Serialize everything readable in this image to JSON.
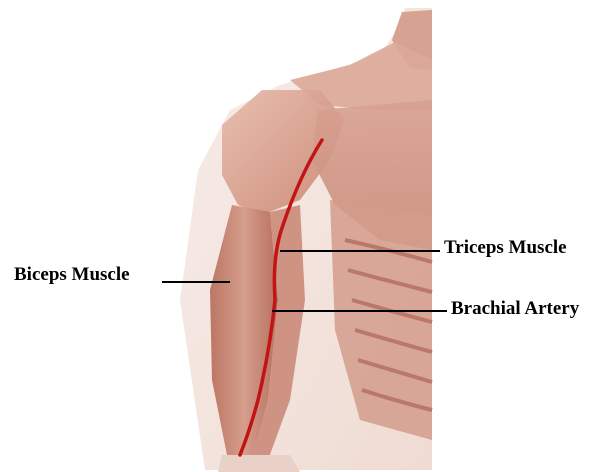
{
  "labels": {
    "biceps": "Biceps Muscle",
    "triceps": "Triceps Muscle",
    "brachial": "Brachial Artery"
  },
  "colors": {
    "artery": "#c21414",
    "muscle": "#c98a78",
    "skin_shell": "#f3e3dc",
    "leader_line": "#000000"
  }
}
